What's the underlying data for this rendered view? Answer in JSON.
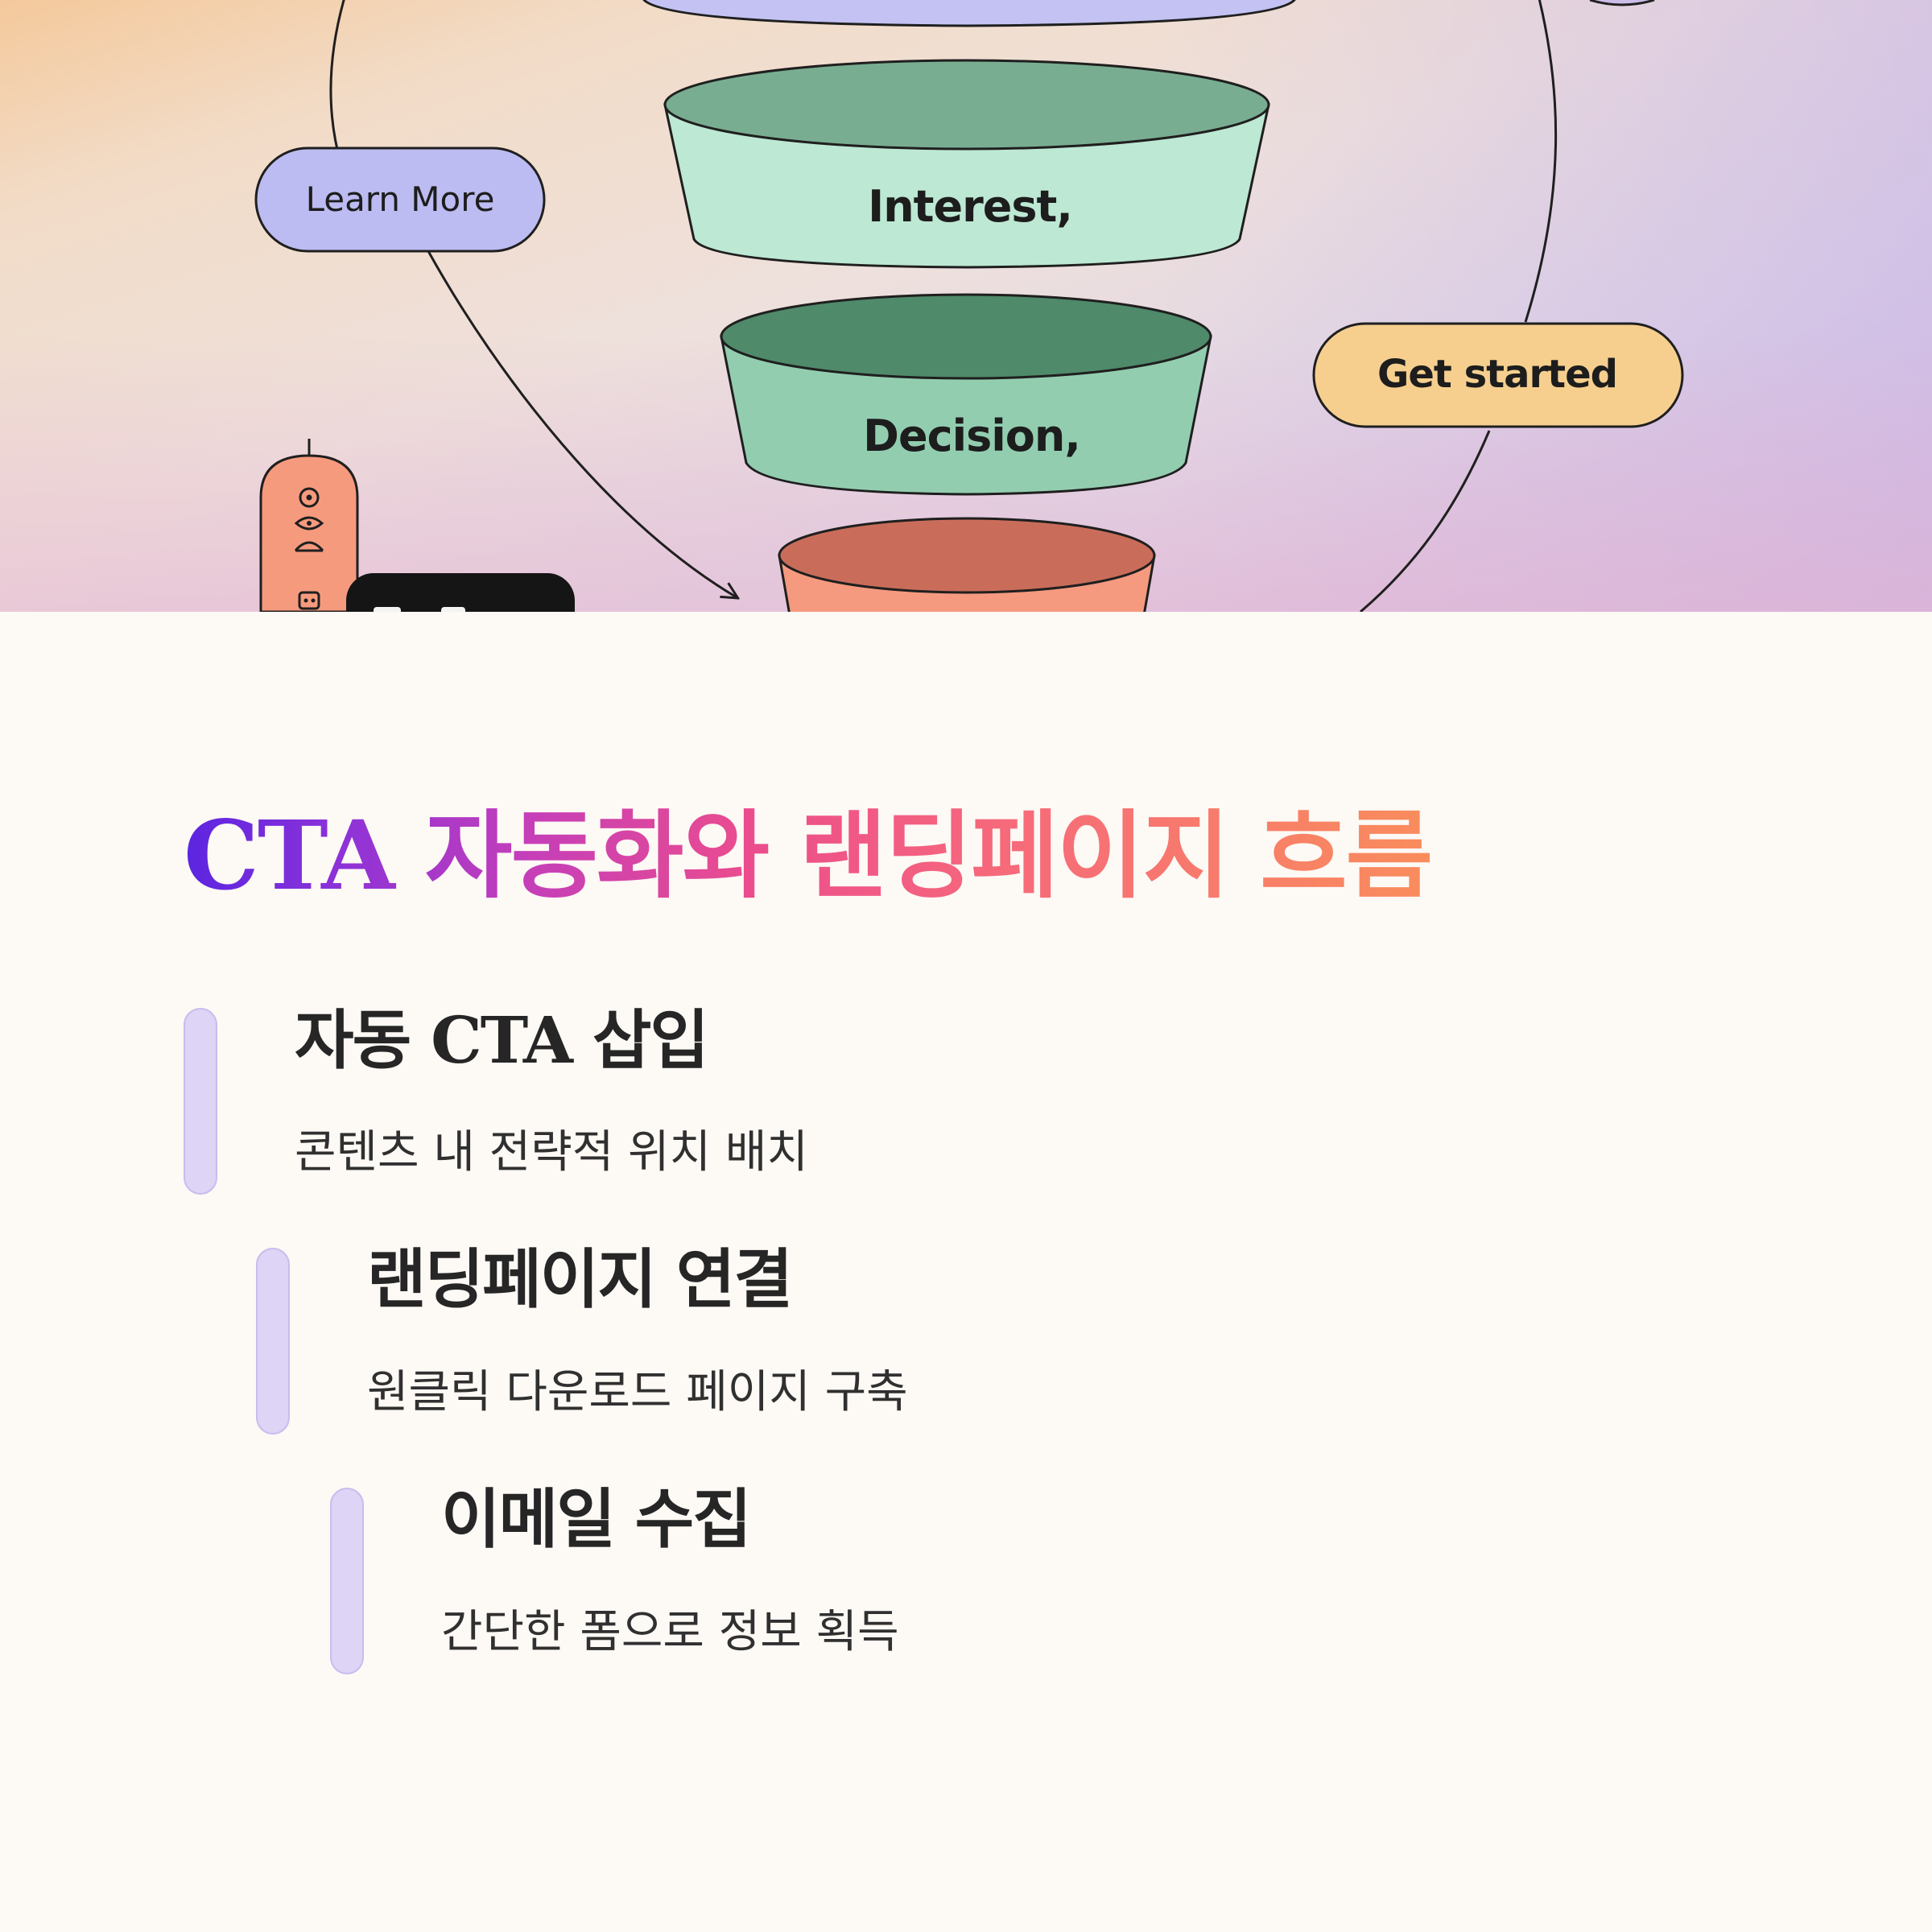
{
  "hero": {
    "stages": [
      {
        "label": "",
        "top": "#b6b4ee",
        "body": "#c3c2f3"
      },
      {
        "label": "Interest,",
        "top": "#79ad91",
        "body": "#bde8d3"
      },
      {
        "label": "Decision,",
        "top": "#4f8a6a",
        "body": "#93cdb0"
      },
      {
        "label": "",
        "top": "#c96d5a",
        "body": "#f59a7f"
      }
    ],
    "buttons": {
      "learn_more": "Learn More",
      "get_started": "Get started"
    },
    "colors": {
      "learn_more_bg": "#bcbcf2",
      "get_started_bg": "#f6cf8f",
      "side_widget_bg": "#f69a7e",
      "line": "#1f1f1f"
    },
    "icons": [
      "target-icon",
      "eye-icon",
      "chatbot-icon",
      "arrow-icon"
    ]
  },
  "title": {
    "latin": "CTA",
    "korean": "자동화와 랜딩페이지 흐름"
  },
  "steps": [
    {
      "heading_ko_1": "자동",
      "heading_latin": "CTA",
      "heading_ko_2": "삽입",
      "desc": "콘텐츠 내 전략적 위치 배치"
    },
    {
      "heading": "랜딩페이지 연결",
      "desc": "원클릭 다운로드 페이지 구축"
    },
    {
      "heading": "이메일 수집",
      "desc": "간단한 폼으로 정보 획득"
    }
  ],
  "colors": {
    "background": "#fdf9f5",
    "bar_fill": "#ddd4f6",
    "heading": "#262626",
    "title_gradient": [
      "#5b25e0",
      "#c63fb8",
      "#ec4d8c",
      "#f98d5c"
    ]
  }
}
